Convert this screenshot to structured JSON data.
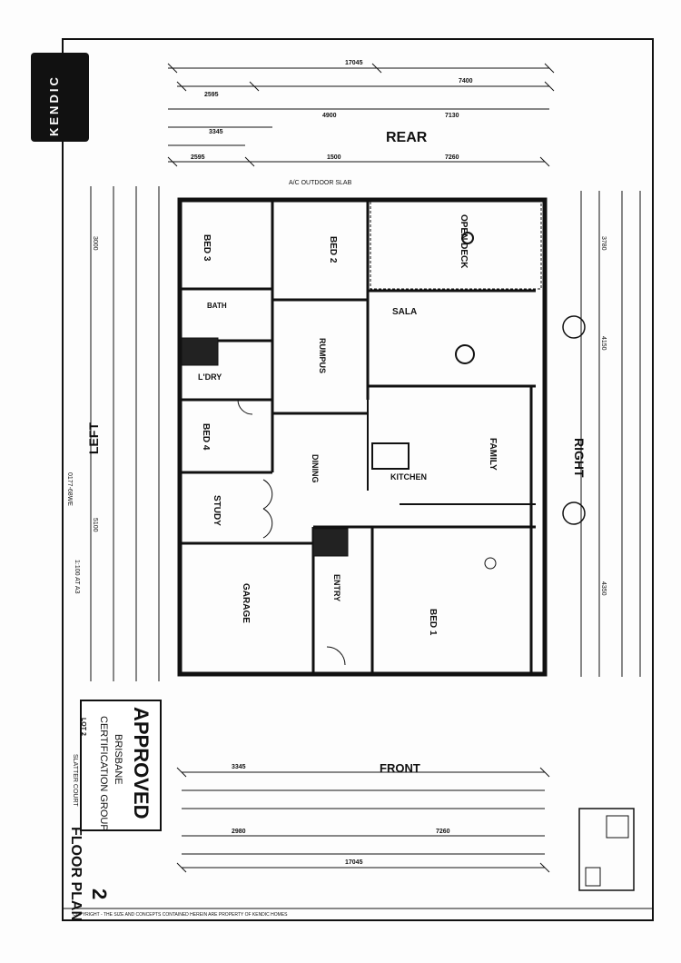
{
  "brand": {
    "logo_text": "KENDIC"
  },
  "approval": {
    "title": "APPROVED",
    "line1": "BRISBANE",
    "line2": "CERTIFICATION GROUP"
  },
  "sheet": {
    "title": "FLOOR PLAN",
    "number": "2",
    "scale": "1:100 AT A3"
  },
  "orientation": {
    "rear": "REAR",
    "front": "FRONT",
    "left": "LEFT",
    "right": "RIGHT"
  },
  "rooms": {
    "bed1": "BED 1",
    "bed2": "BED 2",
    "bed3": "BED 3",
    "bed4": "BED 4",
    "sala": "SALA",
    "family": "FAMILY",
    "kitchen": "KITCHEN",
    "dining": "DINING",
    "rumpus": "RUMPUS",
    "study": "STUDY",
    "garage": "GARAGE",
    "entry": "ENTRY",
    "ldry": "L'DRY",
    "bath": "BATH",
    "open_deck": "OPEN DECK"
  },
  "dims": {
    "rear_overall": "17045",
    "rear_a": "7400",
    "rear_b": "7130",
    "rear_c": "7260",
    "rear_d": "2595",
    "rear_e": "4900",
    "rear_f": "3345",
    "rear_g": "1500",
    "rear_h": "2595",
    "front_overall": "17045",
    "front_a": "3345",
    "front_b": "7260",
    "front_c": "2980",
    "right_a": "3780",
    "right_b": "4150",
    "right_c": "4350",
    "left_a": "3000",
    "left_b": "5100"
  },
  "notes": {
    "outdoor_slab": "A/C OUTDOOR SLAB",
    "copyright": "COPYRIGHT - THE SIZE AND CONCEPTS CONTAINED HEREIN ARE PROPERTY OF KENDIC HOMES"
  },
  "title_block": {
    "client": "LOT 2",
    "address": "SLATTER COURT",
    "job_no": "0177-68WE"
  }
}
